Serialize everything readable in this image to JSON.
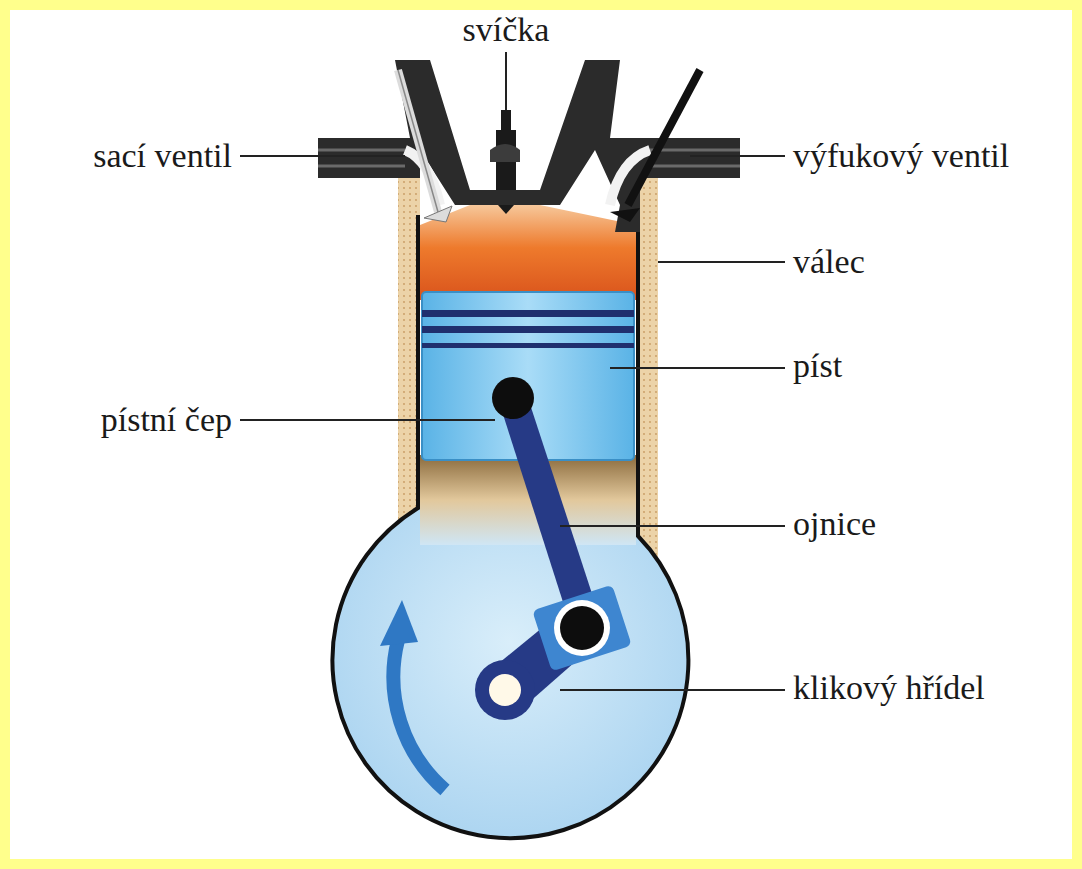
{
  "diagram": {
    "labels": [
      "svíčka",
      "sací ventil",
      "výfukový ventil",
      "válec",
      "píst",
      "pístní čep",
      "ojnice",
      "klikový hřídel"
    ]
  }
}
